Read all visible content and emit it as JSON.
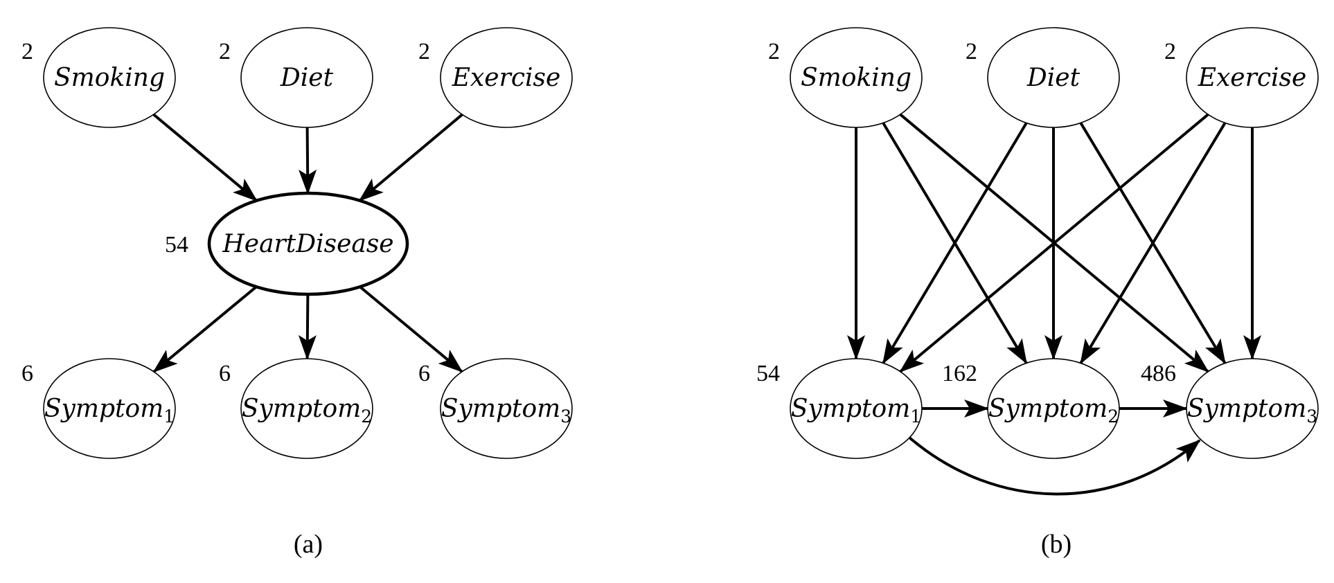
{
  "colors": {
    "highlight_fill": "#7ef04e",
    "node_fill": "#ffffff",
    "stroke": "#000000"
  },
  "panels": [
    {
      "caption": "(a)",
      "nodes": [
        {
          "id": "smoking",
          "label": "Smoking",
          "card": "2",
          "highlight": false
        },
        {
          "id": "diet",
          "label": "Diet",
          "card": "2",
          "highlight": false
        },
        {
          "id": "exercise",
          "label": "Exercise",
          "card": "2",
          "highlight": false
        },
        {
          "id": "heart",
          "label": "HeartDisease",
          "card": "54",
          "highlight": true
        },
        {
          "id": "s1",
          "label": "Symptom",
          "sub": "1",
          "card": "6",
          "highlight": false
        },
        {
          "id": "s2",
          "label": "Symptom",
          "sub": "2",
          "card": "6",
          "highlight": false
        },
        {
          "id": "s3",
          "label": "Symptom",
          "sub": "3",
          "card": "6",
          "highlight": false
        }
      ],
      "edges": [
        {
          "from": "smoking",
          "to": "heart"
        },
        {
          "from": "diet",
          "to": "heart"
        },
        {
          "from": "exercise",
          "to": "heart"
        },
        {
          "from": "heart",
          "to": "s1"
        },
        {
          "from": "heart",
          "to": "s2"
        },
        {
          "from": "heart",
          "to": "s3"
        }
      ]
    },
    {
      "caption": "(b)",
      "nodes": [
        {
          "id": "smoking",
          "label": "Smoking",
          "card": "2",
          "highlight": false
        },
        {
          "id": "diet",
          "label": "Diet",
          "card": "2",
          "highlight": false
        },
        {
          "id": "exercise",
          "label": "Exercise",
          "card": "2",
          "highlight": false
        },
        {
          "id": "s1",
          "label": "Symptom",
          "sub": "1",
          "card": "54",
          "highlight": false
        },
        {
          "id": "s2",
          "label": "Symptom",
          "sub": "2",
          "card": "162",
          "highlight": false
        },
        {
          "id": "s3",
          "label": "Symptom",
          "sub": "3",
          "card": "486",
          "highlight": false
        }
      ],
      "edges": [
        {
          "from": "smoking",
          "to": "s1"
        },
        {
          "from": "smoking",
          "to": "s2"
        },
        {
          "from": "smoking",
          "to": "s3"
        },
        {
          "from": "diet",
          "to": "s1"
        },
        {
          "from": "diet",
          "to": "s2"
        },
        {
          "from": "diet",
          "to": "s3"
        },
        {
          "from": "exercise",
          "to": "s1"
        },
        {
          "from": "exercise",
          "to": "s2"
        },
        {
          "from": "exercise",
          "to": "s3"
        },
        {
          "from": "s1",
          "to": "s2"
        },
        {
          "from": "s2",
          "to": "s3"
        },
        {
          "from": "s1",
          "to": "s3"
        }
      ]
    }
  ]
}
